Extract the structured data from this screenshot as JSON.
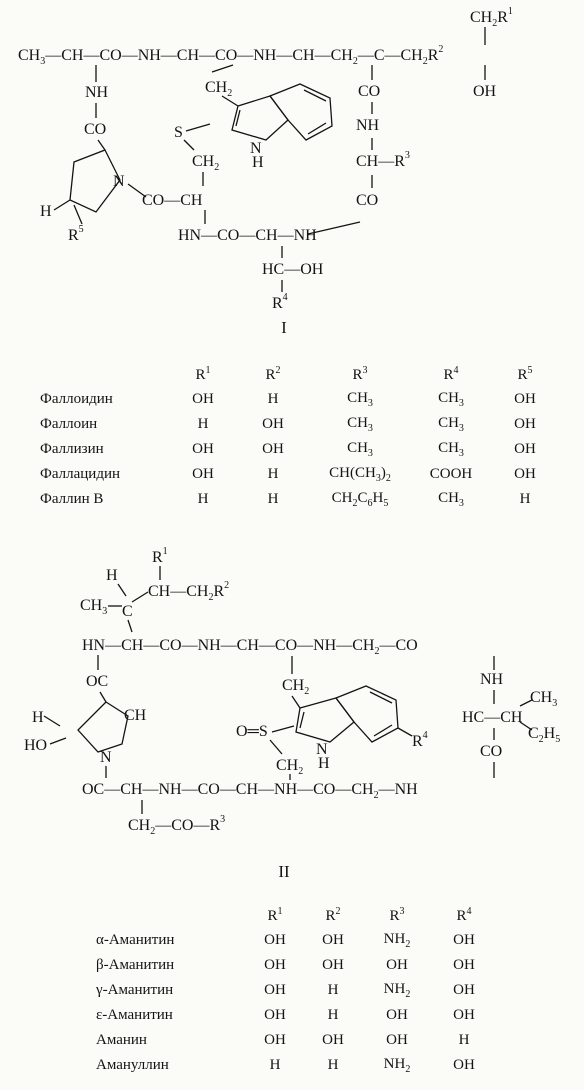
{
  "figure1": {
    "label": "I",
    "table": {
      "headers": [
        "R1",
        "R2",
        "R3",
        "R4",
        "R5"
      ],
      "rows": [
        {
          "name": "Фаллоидин",
          "r1": "OH",
          "r2": "H",
          "r3": "CH3",
          "r4": "CH3",
          "r5": "OH"
        },
        {
          "name": "Фаллоин",
          "r1": "H",
          "r2": "OH",
          "r3": "CH3",
          "r4": "CH3",
          "r5": "OH"
        },
        {
          "name": "Фаллизин",
          "r1": "OH",
          "r2": "OH",
          "r3": "CH3",
          "r4": "CH3",
          "r5": "OH"
        },
        {
          "name": "Фаллацидин",
          "r1": "OH",
          "r2": "H",
          "r3": "CH(CH3)2",
          "r4": "COOH",
          "r5": "OH"
        },
        {
          "name": "Фаллин В",
          "r1": "H",
          "r2": "H",
          "r3": "CH2C6H5",
          "r4": "CH3",
          "r5": "H"
        }
      ]
    }
  },
  "figure2": {
    "label": "II",
    "table": {
      "headers": [
        "R1",
        "R2",
        "R3",
        "R4"
      ],
      "rows": [
        {
          "name": "α-Аманитин",
          "r1": "OH",
          "r2": "OH",
          "r3": "NH2",
          "r4": "OH"
        },
        {
          "name": "β-Аманитин",
          "r1": "OH",
          "r2": "OH",
          "r3": "OH",
          "r4": "OH"
        },
        {
          "name": "γ-Аманитин",
          "r1": "OH",
          "r2": "H",
          "r3": "NH2",
          "r4": "OH"
        },
        {
          "name": "ε-Аманитин",
          "r1": "OH",
          "r2": "H",
          "r3": "OH",
          "r4": "OH"
        },
        {
          "name": "Аманин",
          "r1": "OH",
          "r2": "OH",
          "r3": "OH",
          "r4": "H"
        },
        {
          "name": "Амануллин",
          "r1": "H",
          "r2": "H",
          "r3": "NH2",
          "r4": "OH"
        }
      ]
    }
  }
}
